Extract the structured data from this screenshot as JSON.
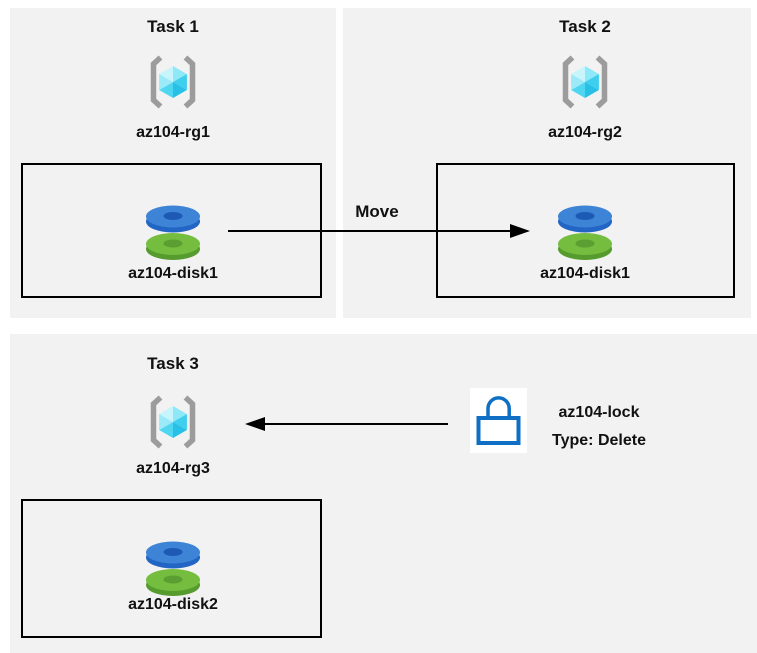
{
  "diagram": {
    "tasks": [
      {
        "title": "Task 1",
        "resource_group": "az104-rg1",
        "disk": "az104-disk1"
      },
      {
        "title": "Task 2",
        "resource_group": "az104-rg2",
        "disk": "az104-disk1"
      },
      {
        "title": "Task 3",
        "resource_group": "az104-rg3",
        "disk": "az104-disk2"
      }
    ],
    "move_arrow": {
      "label": "Move",
      "from": "az104-rg1",
      "to": "az104-rg2"
    },
    "lock": {
      "name": "az104-lock",
      "type_line": "Type: Delete",
      "target": "az104-rg3"
    }
  },
  "icons": {
    "resource_group": "resource-group-icon",
    "disk": "disk-icon",
    "lock": "lock-icon",
    "move": "arrow-right-icon",
    "lock_pointer": "arrow-left-icon"
  },
  "colors": {
    "text_color": "#111111",
    "panel_bg": "#f2f2f2",
    "box_border": "#000000",
    "arrow_color": "#000000",
    "bracket_gray": "#9c9c9c",
    "cube_shades": [
      "#c8f4fb",
      "#8ee8f8",
      "#3ecfee",
      "#28c0e6",
      "#4fd7f1",
      "#9ceaf8"
    ],
    "disk_blue_top": "#3d84d7",
    "disk_blue_side": "#2265c4",
    "disk_blue_hole": "#1d5ab5",
    "disk_green_top": "#74bd3f",
    "disk_green_side": "#569b2e",
    "disk_green_hole": "#5b9e31",
    "lock_blue": "#0e6fc4"
  }
}
